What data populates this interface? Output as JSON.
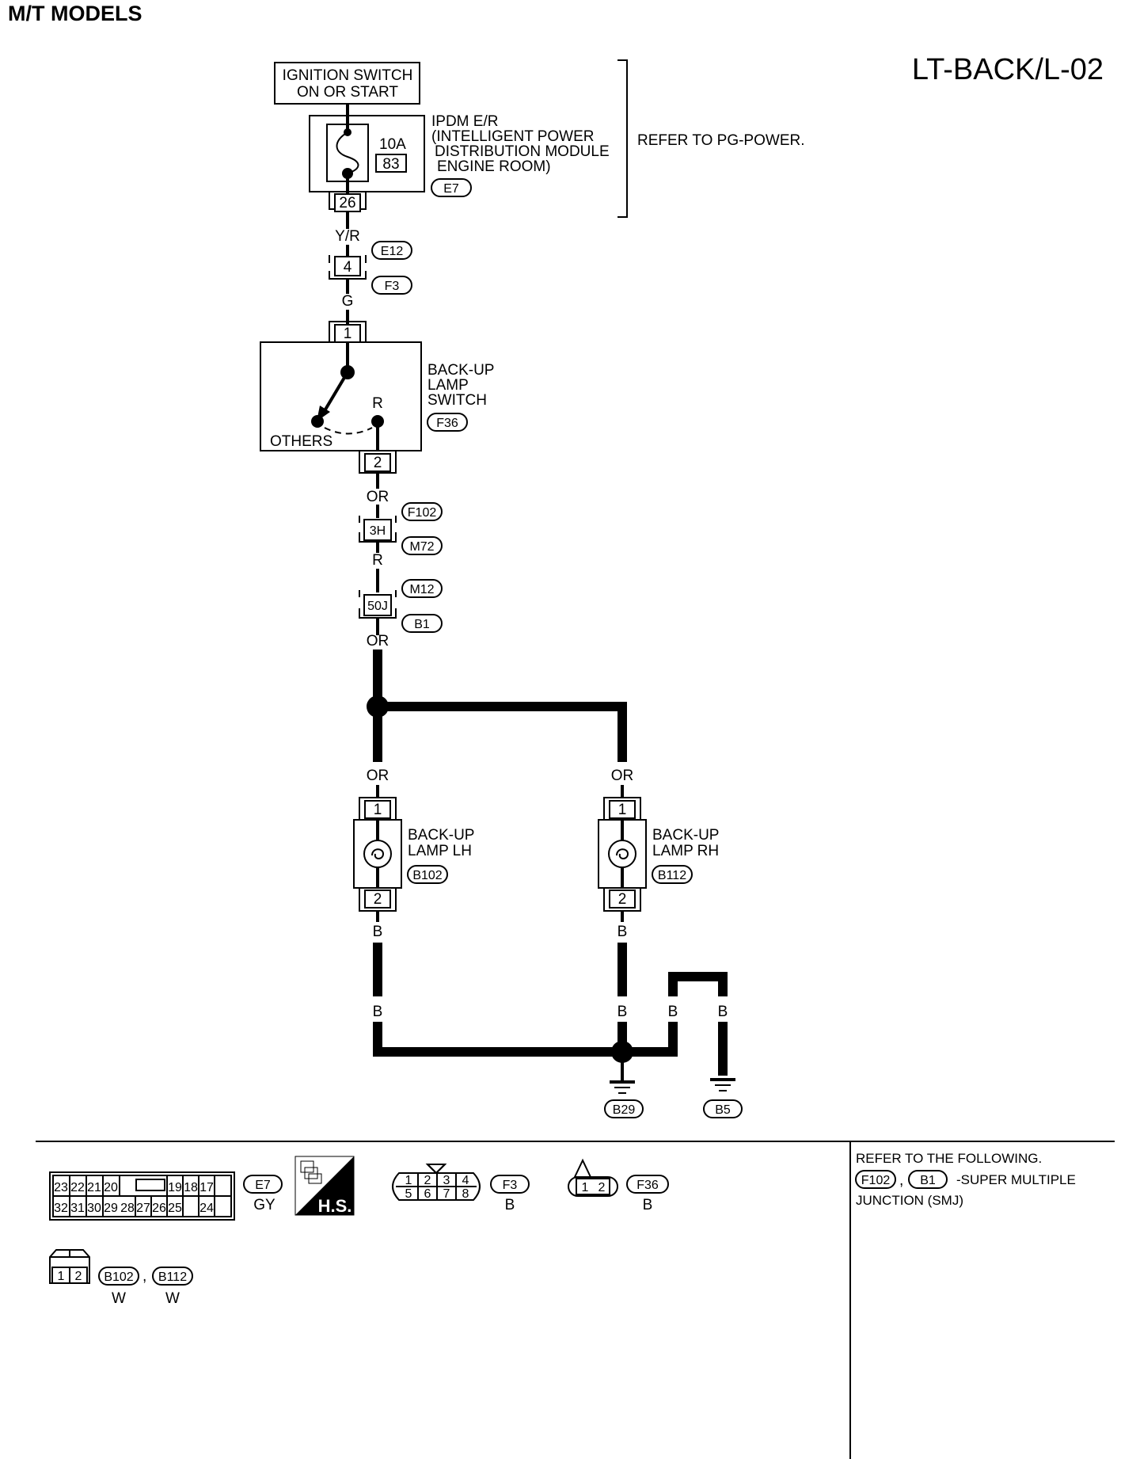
{
  "header": {
    "title": "M/T MODELS",
    "code": "LT-BACK/L-02"
  },
  "ignition": {
    "line1": "IGNITION SWITCH",
    "line2": "ON OR START"
  },
  "ipdm": {
    "fuse_rating": "10A",
    "fuse_no": "83",
    "pin": "26",
    "line1": "IPDM E/R",
    "line2": "(INTELLIGENT POWER",
    "line3": "DISTRIBUTION MODULE",
    "line4": "ENGINE ROOM)",
    "connector": "E7"
  },
  "refer_power": "REFER TO PG-POWER.",
  "wires": {
    "yr": "Y/R",
    "g": "G",
    "or1": "OR",
    "r": "R",
    "or2": "OR",
    "or_lh": "OR",
    "or_rh": "OR",
    "b_lh1": "B",
    "b_rh1": "B",
    "b_lh2": "B",
    "b_rh2": "B",
    "b_g1": "B",
    "b_g2": "B"
  },
  "joint1": {
    "pin": "4",
    "top": "E12",
    "bottom": "F3"
  },
  "switch": {
    "pin_top": "1",
    "pin_bottom": "2",
    "r_label": "R",
    "others_label": "OTHERS",
    "line1": "BACK-UP",
    "line2": "LAMP",
    "line3": "SWITCH",
    "connector": "F36"
  },
  "joint2": {
    "pin": "3H",
    "top": "F102",
    "bottom": "M72"
  },
  "joint3": {
    "pin": "50J",
    "top": "M12",
    "bottom": "B1"
  },
  "lamp_lh": {
    "pin_top": "1",
    "pin_bottom": "2",
    "line1": "BACK-UP",
    "line2": "LAMP LH",
    "connector": "B102"
  },
  "lamp_rh": {
    "pin_top": "1",
    "pin_bottom": "2",
    "line1": "BACK-UP",
    "line2": "LAMP RH",
    "connector": "B112"
  },
  "grounds": {
    "g1": "B29",
    "g2": "B5"
  },
  "legend": {
    "e7_top": [
      "23",
      "22",
      "21",
      "20",
      "19",
      "18",
      "17"
    ],
    "e7_bottom": [
      "32",
      "31",
      "30",
      "29",
      "28",
      "27",
      "26",
      "25",
      "24"
    ],
    "e7_id": "E7",
    "e7_color": "GY",
    "hs_label": "H.S.",
    "f3_top": [
      "1",
      "2",
      "3",
      "4"
    ],
    "f3_bottom": [
      "5",
      "6",
      "7",
      "8"
    ],
    "f3_id": "F3",
    "f3_color": "B",
    "f36_pins": [
      "1",
      "2"
    ],
    "f36_id": "F36",
    "f36_color": "B",
    "b_pins": [
      "1",
      "2"
    ],
    "b102_id": "B102",
    "b102_color": "W",
    "b112_id": "B112",
    "b112_color": "W",
    "comma": ","
  },
  "refer_block": {
    "line1": "REFER TO THE FOLLOWING.",
    "c1": "F102",
    "comma": ",",
    "c2": "B1",
    "desc": "-SUPER MULTIPLE",
    "line3": "JUNCTION (SMJ)"
  }
}
